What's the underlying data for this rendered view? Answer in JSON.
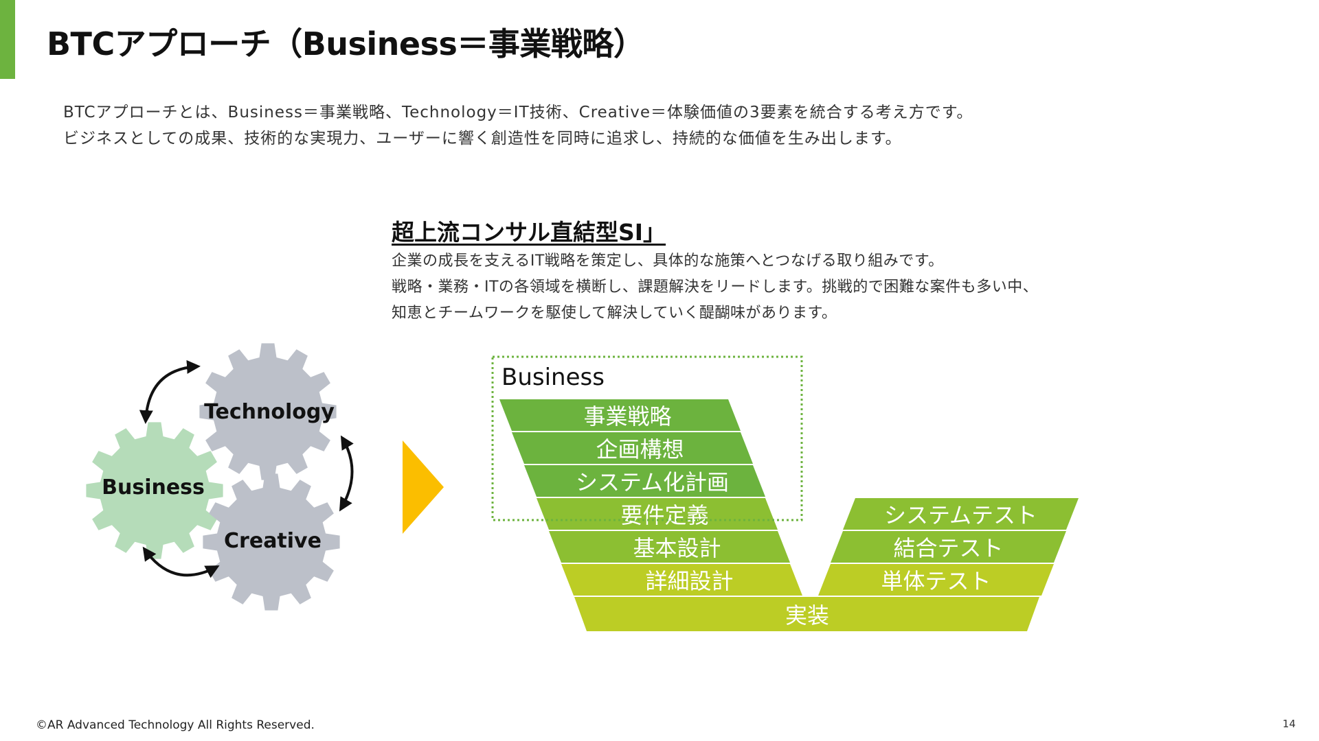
{
  "header": {
    "title": "BTCアプローチ（Business＝事業戦略）",
    "accent_color": "#6db33f"
  },
  "intro": {
    "lines": [
      "BTCアプローチとは、Business＝事業戦略、Technology＝IT技術、Creative＝体験価値の3要素を統合する考え方です。",
      "ビジネスとしての成果、技術的な実現力、ユーザーに響く創造性を同時に追求し、持続的な価値を生み出します。"
    ]
  },
  "section": {
    "heading": "超上流コンサル直結型SI」",
    "lines": [
      "企業の成長を支えるIT戦略を策定し、具体的な施策へとつなげる取り組みです。",
      "戦略・業務・ITの各領域を横断し、課題解決をリードします。挑戦的で困難な案件も多い中、",
      "知恵とチームワークを駆使して解決していく醍醐味があります。"
    ]
  },
  "gears": {
    "technology": "Technology",
    "business": "Business",
    "creative": "Creative",
    "colors": {
      "gray": "#bcc0c9",
      "green": "#b5dcb9",
      "arrow": "#111111"
    }
  },
  "arrow_color": "#fbbe00",
  "vmodel": {
    "box_label": "Business",
    "left_steps": [
      "事業戦略",
      "企画構想",
      "システム化計画",
      "要件定義",
      "基本設計",
      "詳細設計"
    ],
    "right_steps": [
      "システムテスト",
      "結合テスト",
      "単体テスト"
    ],
    "bottom_step": "実装",
    "colors": {
      "dark_green": "#6cb33e",
      "mid_green": "#8cbf32",
      "light_green": "#bccd25",
      "dashed_box": "#6cb33e"
    }
  },
  "footer": {
    "copyright": "©AR Advanced Technology All Rights Reserved.",
    "page_number": "14"
  }
}
